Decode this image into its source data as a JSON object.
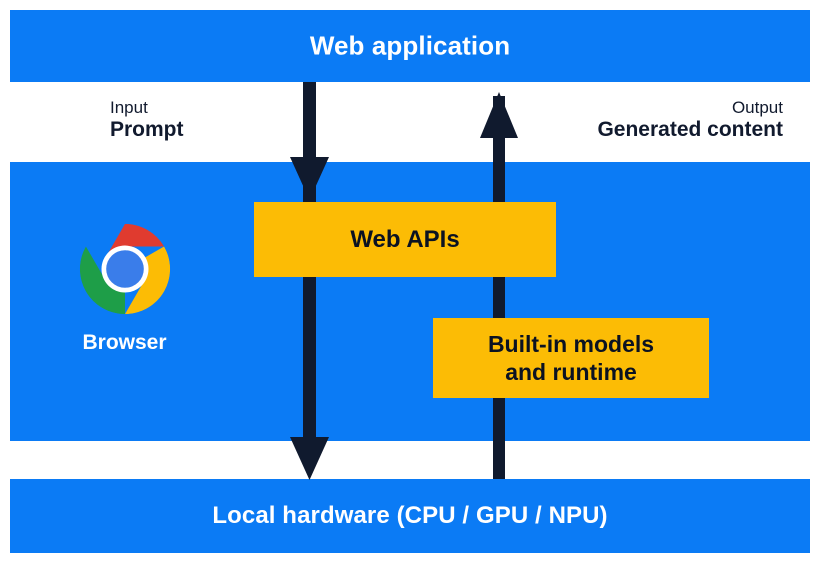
{
  "diagram": {
    "title_bar": {
      "label": "Web application",
      "name": "web-application-band"
    },
    "hardware_bar": {
      "label": "Local hardware (CPU / GPU / NPU)",
      "name": "local-hardware-band"
    },
    "browser_layer": {
      "label": "Browser",
      "icon": "chrome-logo-icon"
    },
    "annotations": {
      "input": {
        "kicker": "Input",
        "value": "Prompt"
      },
      "output": {
        "kicker": "Output",
        "value": "Generated content"
      }
    },
    "boxes": [
      {
        "id": "web-apis",
        "label": "Web APIs"
      },
      {
        "id": "built-in-models",
        "label_line1": "Built-in models",
        "label_line2": "and runtime"
      }
    ],
    "arrows": [
      {
        "id": "down-arrow",
        "direction": "down",
        "semantic": "prompt-flows-down-to-local-hardware"
      },
      {
        "id": "up-arrow",
        "direction": "up",
        "semantic": "generated-content-flows-up-to-web-application"
      }
    ],
    "colors": {
      "blue": "#0B7BF5",
      "yellow": "#FCBC05",
      "arrow_dark": "#101A2E",
      "text_light": "#FFFFFF",
      "text_dark": "#111A2E",
      "chrome_red": "#E03B2F",
      "chrome_yellow": "#FCBC05",
      "chrome_green": "#1E9E48",
      "chrome_blue": "#3A7DEA",
      "background": "#FFFFFF"
    }
  }
}
